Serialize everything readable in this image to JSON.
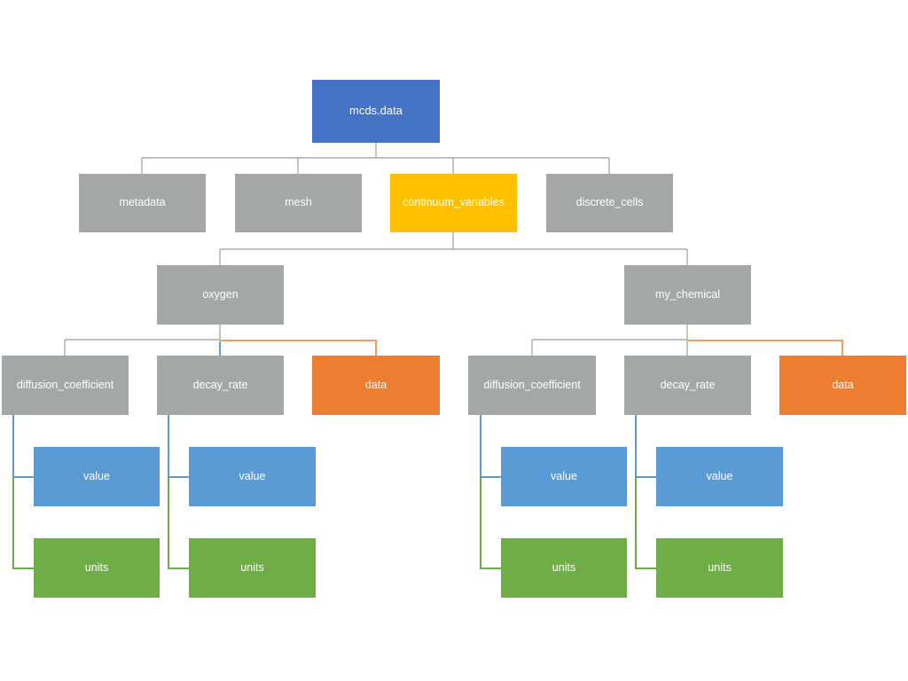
{
  "diagram": {
    "type": "hierarchy-tree",
    "colors": {
      "root_node": "#4472C4",
      "default_node": "#A5A6A6",
      "highlight_node": "#FFC000",
      "data_node": "#ED7D31",
      "value_node": "#5B9BD5",
      "units_node": "#70AD47",
      "connector_gray": "#ABABAB",
      "connector_blue": "#5B9BD5",
      "connector_green": "#70AD47",
      "connector_orange": "#F19C62",
      "text": "#FFFFFF",
      "background": "#FFFFFF"
    },
    "nodes": {
      "root": {
        "label": "mcds.data"
      },
      "metadata": {
        "label": "metadata"
      },
      "mesh": {
        "label": "mesh"
      },
      "continuum_variables": {
        "label": "continuum_variables"
      },
      "discrete_cells": {
        "label": "discrete_cells"
      },
      "oxygen": {
        "label": "oxygen"
      },
      "my_chemical": {
        "label": "my_chemical"
      },
      "oxygen_diffusion_coefficient": {
        "label": "diffusion_coefficient"
      },
      "oxygen_decay_rate": {
        "label": "decay_rate"
      },
      "oxygen_data": {
        "label": "data"
      },
      "my_chemical_diffusion_coefficient": {
        "label": "diffusion_coefficient"
      },
      "my_chemical_decay_rate": {
        "label": "decay_rate"
      },
      "my_chemical_data": {
        "label": "data"
      },
      "oxygen_diffusion_value": {
        "label": "value"
      },
      "oxygen_diffusion_units": {
        "label": "units"
      },
      "oxygen_decay_value": {
        "label": "value"
      },
      "oxygen_decay_units": {
        "label": "units"
      },
      "my_chemical_diffusion_value": {
        "label": "value"
      },
      "my_chemical_diffusion_units": {
        "label": "units"
      },
      "my_chemical_decay_value": {
        "label": "value"
      },
      "my_chemical_decay_units": {
        "label": "units"
      }
    },
    "hierarchy": {
      "mcds.data": {
        "metadata": {},
        "mesh": {},
        "continuum_variables": {
          "oxygen": {
            "diffusion_coefficient": {
              "value": {},
              "units": {}
            },
            "decay_rate": {
              "value": {},
              "units": {}
            },
            "data": {}
          },
          "my_chemical": {
            "diffusion_coefficient": {
              "value": {},
              "units": {}
            },
            "decay_rate": {
              "value": {},
              "units": {}
            },
            "data": {}
          }
        },
        "discrete_cells": {}
      }
    }
  }
}
